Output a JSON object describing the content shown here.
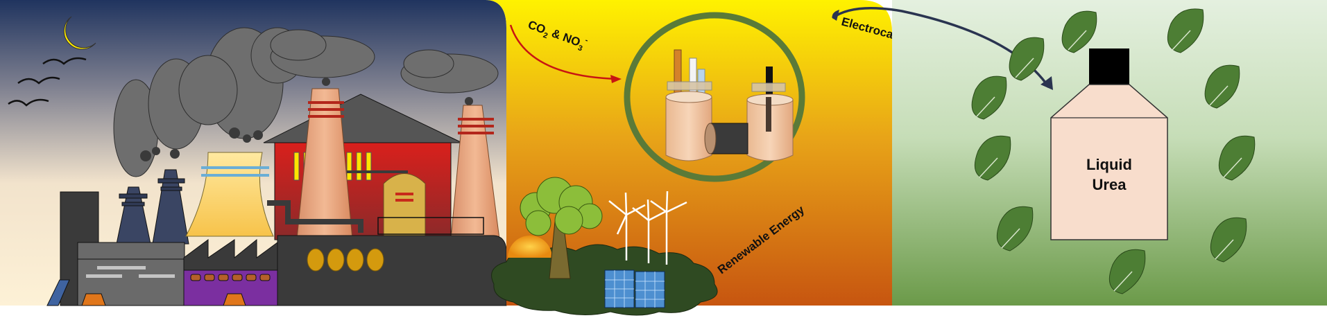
{
  "labels": {
    "reactants_main": "CO",
    "reactants_sub1": "2",
    "reactants_mid": " & NO",
    "reactants_sub2": "3",
    "reactants_sup": "-",
    "electrocatalysis": "Electrocatalysis",
    "renewable_energy": "Renewable Energy",
    "product_line1": "Liquid",
    "product_line2": "Urea"
  },
  "colors": {
    "night_sky": "#2a3d6e",
    "dusk": "#fbeccd",
    "energy_top": "#fef200",
    "energy_mid": "#e6a416",
    "energy_bottom": "#c95c10",
    "green_light": "#e2eedd",
    "green_dark": "#6a9a48",
    "leaf": "#4d7e34",
    "ring": "#5a7a38",
    "bottle": "#f8ddcc"
  },
  "icons": [
    "moon-icon",
    "bird-icon",
    "factory-icon",
    "smoke-icon",
    "tree-icon",
    "wind-turbine-icon",
    "solar-panel-icon",
    "electrolysis-cell-icon",
    "leaf-icon",
    "bottle-icon",
    "arrow-icon"
  ]
}
